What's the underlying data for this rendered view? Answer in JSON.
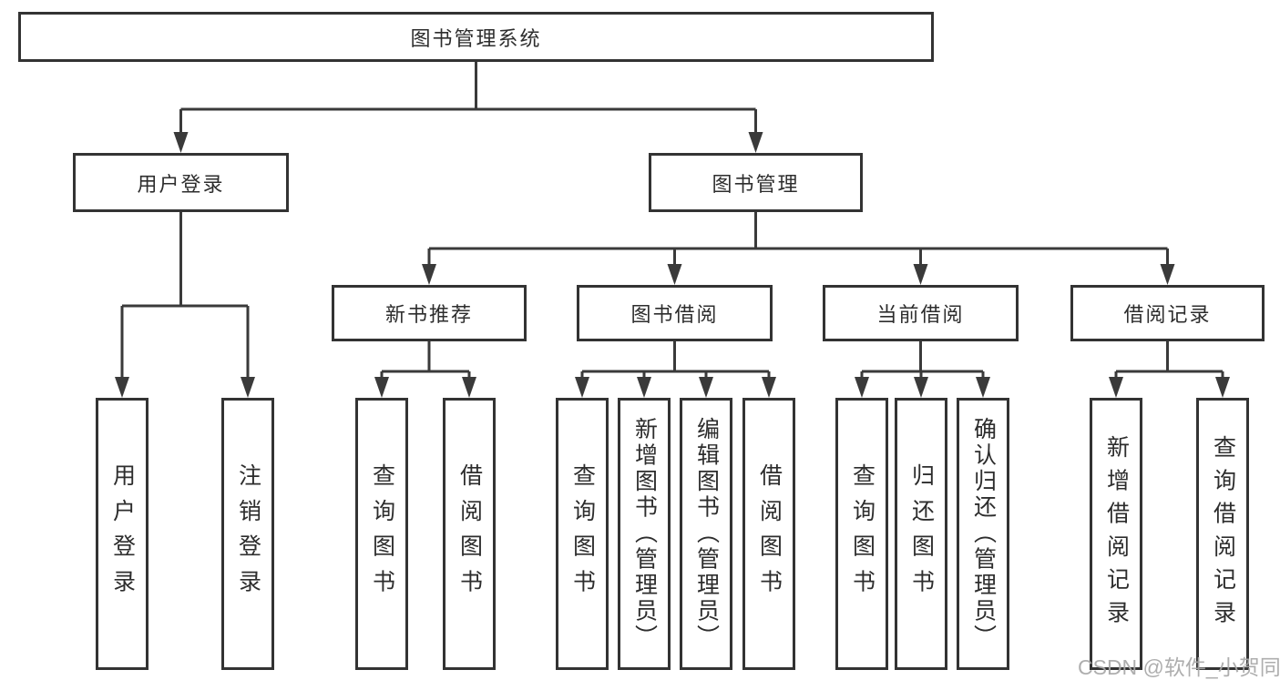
{
  "diagram": {
    "root": {
      "label": "图书管理系统"
    },
    "branches": {
      "user_login": {
        "label": "用户登录",
        "children": {
          "login": {
            "label": "用户登录"
          },
          "logout": {
            "label": "注销登录"
          }
        }
      },
      "book_management": {
        "label": "图书管理",
        "children": {
          "new_book_recommend": {
            "label": "新书推荐",
            "children": {
              "query_books": {
                "label": "查询图书"
              },
              "borrow_books": {
                "label": "借阅图书"
              }
            }
          },
          "book_borrow": {
            "label": "图书借阅",
            "children": {
              "query_books": {
                "label": "查询图书"
              },
              "add_books_admin": {
                "label": "新增图书（管理员）"
              },
              "edit_books_admin": {
                "label": "编辑图书（管理员）"
              },
              "borrow_books": {
                "label": "借阅图书"
              }
            }
          },
          "current_borrow": {
            "label": "当前借阅",
            "children": {
              "query_books": {
                "label": "查询图书"
              },
              "return_books": {
                "label": "归还图书"
              },
              "confirm_return_admin": {
                "label": "确认归还（管理员）"
              }
            }
          },
          "borrow_record": {
            "label": "借阅记录",
            "children": {
              "add_record": {
                "label": "新增借阅记录"
              },
              "query_record": {
                "label": "查询借阅记录"
              }
            }
          }
        }
      }
    }
  },
  "watermark": {
    "text": "CSDN @软件_小贺同学"
  },
  "colors": {
    "line": "#3a3a3a",
    "box_border": "#333333",
    "text": "#2d2d2d",
    "watermark": "#a8a8a8",
    "background": "#ffffff"
  }
}
